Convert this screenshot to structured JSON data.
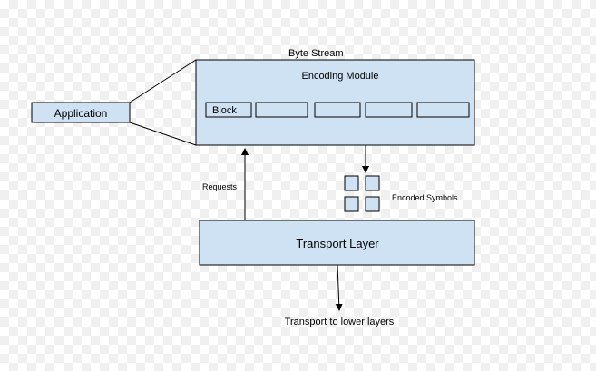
{
  "colors": {
    "box_fill": "#cfe2f3",
    "stroke": "#000000",
    "text": "#000000"
  },
  "labels": {
    "byte_stream": "Byte Stream",
    "encoding_module": "Encoding Module",
    "application": "Application",
    "block": "Block",
    "requests": "Requests",
    "encoded_symbols": "Encoded Symbols",
    "transport_layer": "Transport Layer",
    "transport_lower": "Transport to lower layers"
  }
}
